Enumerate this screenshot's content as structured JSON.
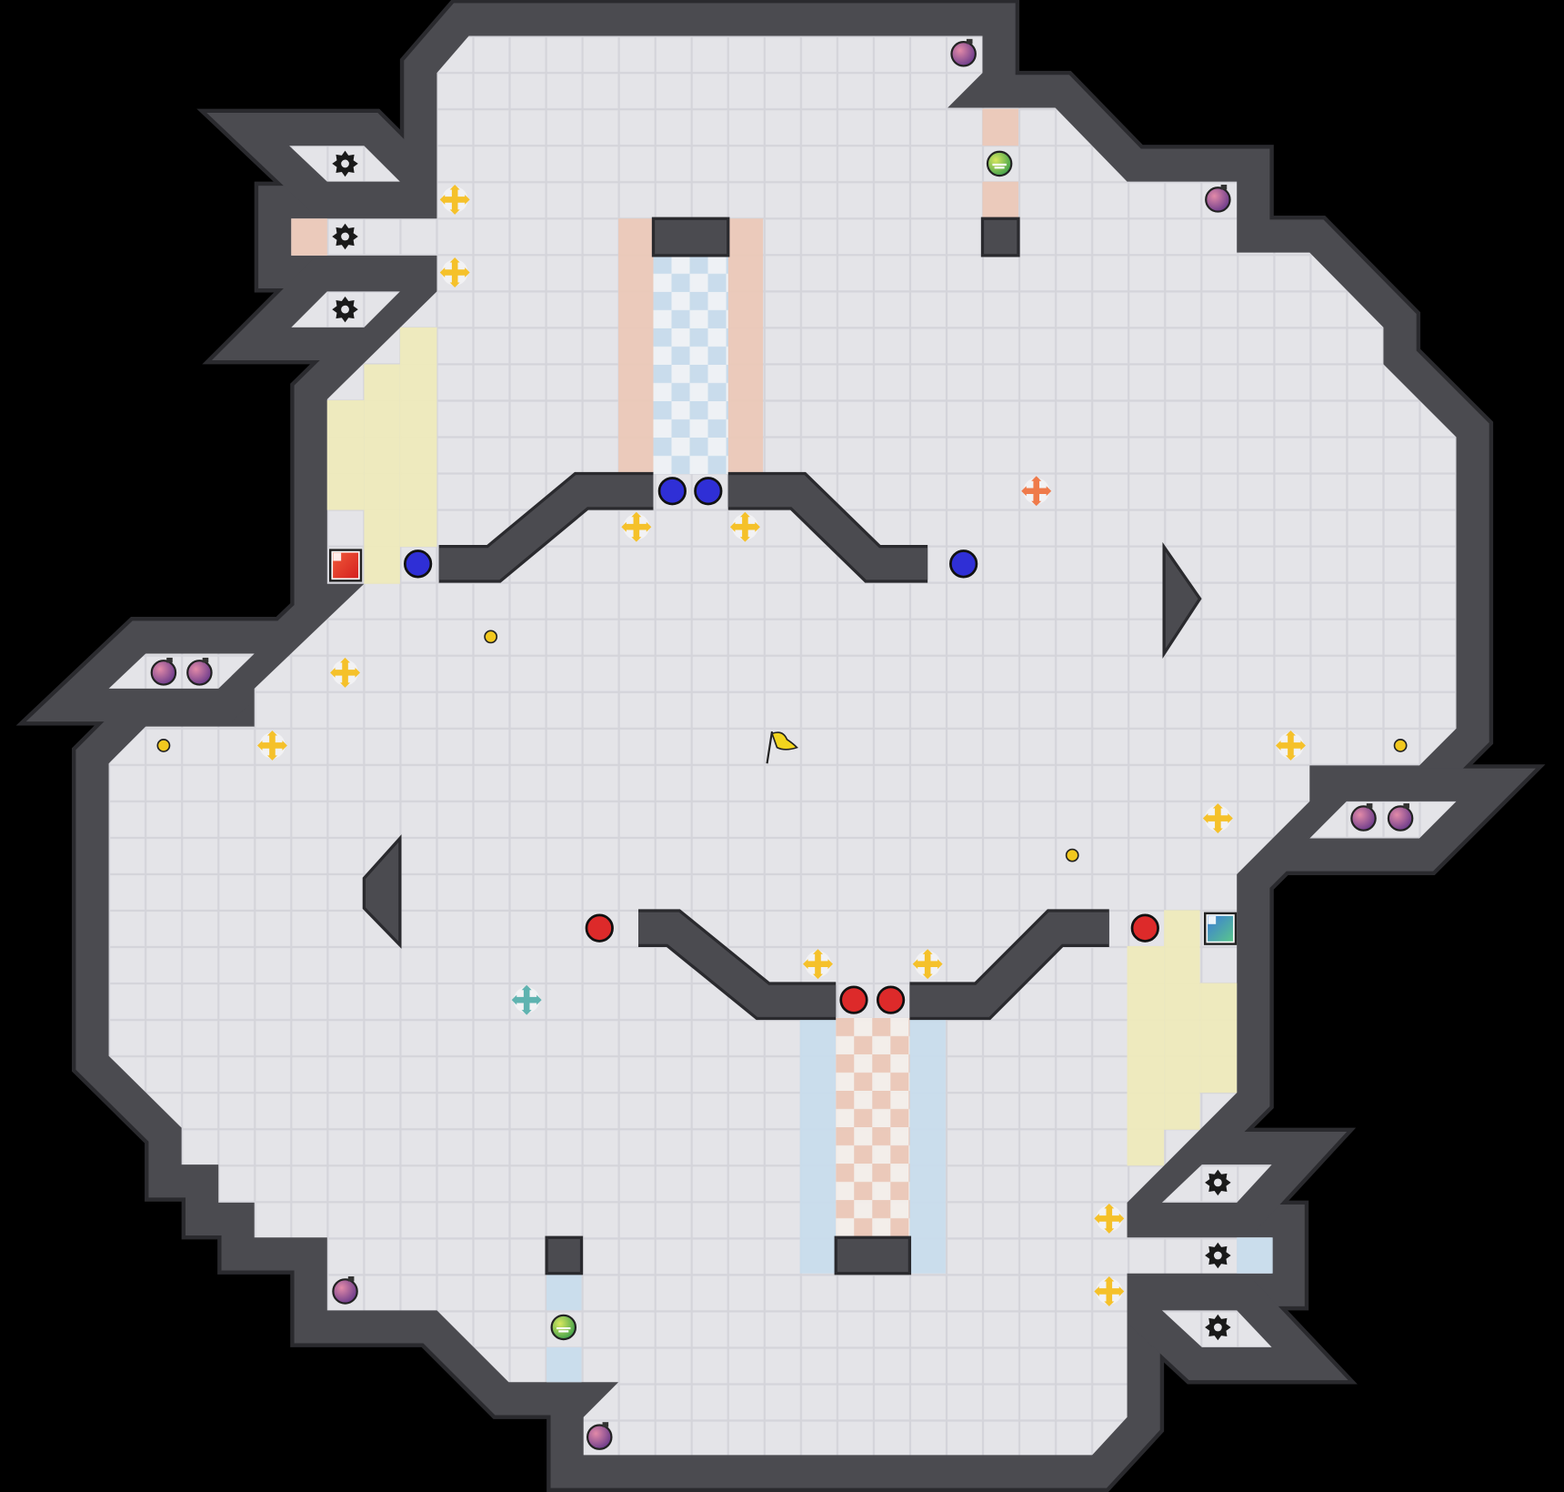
{
  "game": {
    "type": "capture-the-flag-map",
    "tile_colors": {
      "background": "#000000",
      "floor": "#e4e4e8",
      "grid_line": "#d2d2d8",
      "wall": "#4b4b50",
      "wall_outline": "#2a2a2e",
      "red_team_tile": "#ebc8b8",
      "blue_team_tile": "#c8dcec",
      "yellow_zone": "#eeeabc",
      "red_gate_checker": "#ebc8b8",
      "blue_gate_checker": "#c8dcec"
    },
    "entities": {
      "red_ball": {
        "icon": "red-ball-icon",
        "color": "#dd2a2a",
        "count": 4
      },
      "blue_ball": {
        "icon": "blue-ball-icon",
        "color": "#2f2fd6",
        "count": 4
      },
      "boost": {
        "icon": "boost-plus-icon",
        "color": "#f5c12a",
        "count": 12
      },
      "red_boost": {
        "icon": "red-boost-plus-icon",
        "color": "#ef7a4a",
        "count": 1
      },
      "blue_boost": {
        "icon": "teal-boost-plus-icon",
        "color": "#5fb3b0",
        "count": 1
      },
      "bomb": {
        "icon": "bomb-icon",
        "color": "#9a4a7a",
        "count": 8
      },
      "spike": {
        "icon": "spike-gear-icon",
        "color": "#1a1a1a",
        "count": 6
      },
      "powerup": {
        "icon": "powerup-icon",
        "color": "#8ccf4a",
        "count": 2
      },
      "small_pickup": {
        "icon": "yellow-dot-icon",
        "color": "#f2c81e",
        "count": 4
      },
      "neutral_flag": {
        "icon": "yellow-flag-icon",
        "color": "#f2d51e",
        "count": 1
      },
      "red_flag": {
        "icon": "red-flag-tile-icon",
        "color": "#e8321e",
        "count": 1
      },
      "blue_flag": {
        "icon": "blue-flag-tile-icon",
        "color": "#3a8fc8",
        "count": 1
      }
    }
  }
}
